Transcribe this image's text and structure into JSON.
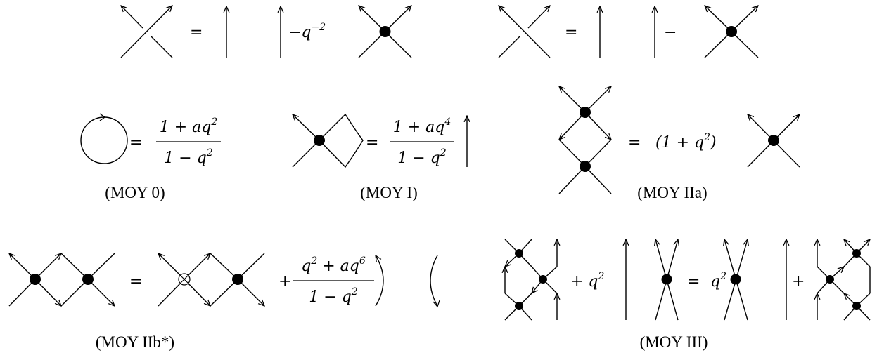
{
  "captions": {
    "moy0": "(MOY 0)",
    "moy1": "(MOY I)",
    "moy2a": "(MOY IIa)",
    "moy2b": "(MOY IIb*)",
    "moy3": "(MOY III)"
  },
  "row1": {
    "eq1_equals": "=",
    "eq1_coef_base": "−q",
    "eq1_coef_exp": "−2",
    "eq2_equals": "=",
    "eq2_minus": "−"
  },
  "row2": {
    "moy0_num": "1 + aq",
    "moy0_num_exp": "2",
    "moy0_den": "1 − q",
    "moy0_den_exp": "2",
    "moy1_num": "1 + aq",
    "moy1_num_exp": "4",
    "moy1_den": "1 − q",
    "moy1_den_exp": "2",
    "moy2a_coef": "(1 + q",
    "moy2a_coef_exp": "2",
    "moy2a_close": ")"
  },
  "row3": {
    "moy2b_plus": "+",
    "moy2b_num_a": "q",
    "moy2b_num_a_exp": "2",
    "moy2b_num_b": " + aq",
    "moy2b_num_b_exp": "6",
    "moy2b_den": "1 − q",
    "moy2b_den_exp": "2",
    "moy3_plus1": "+ q",
    "moy3_plus1_exp": "2",
    "moy3_coef": "q",
    "moy3_coef_exp": "2",
    "moy3_plus2": "+"
  },
  "equals_sign": "="
}
